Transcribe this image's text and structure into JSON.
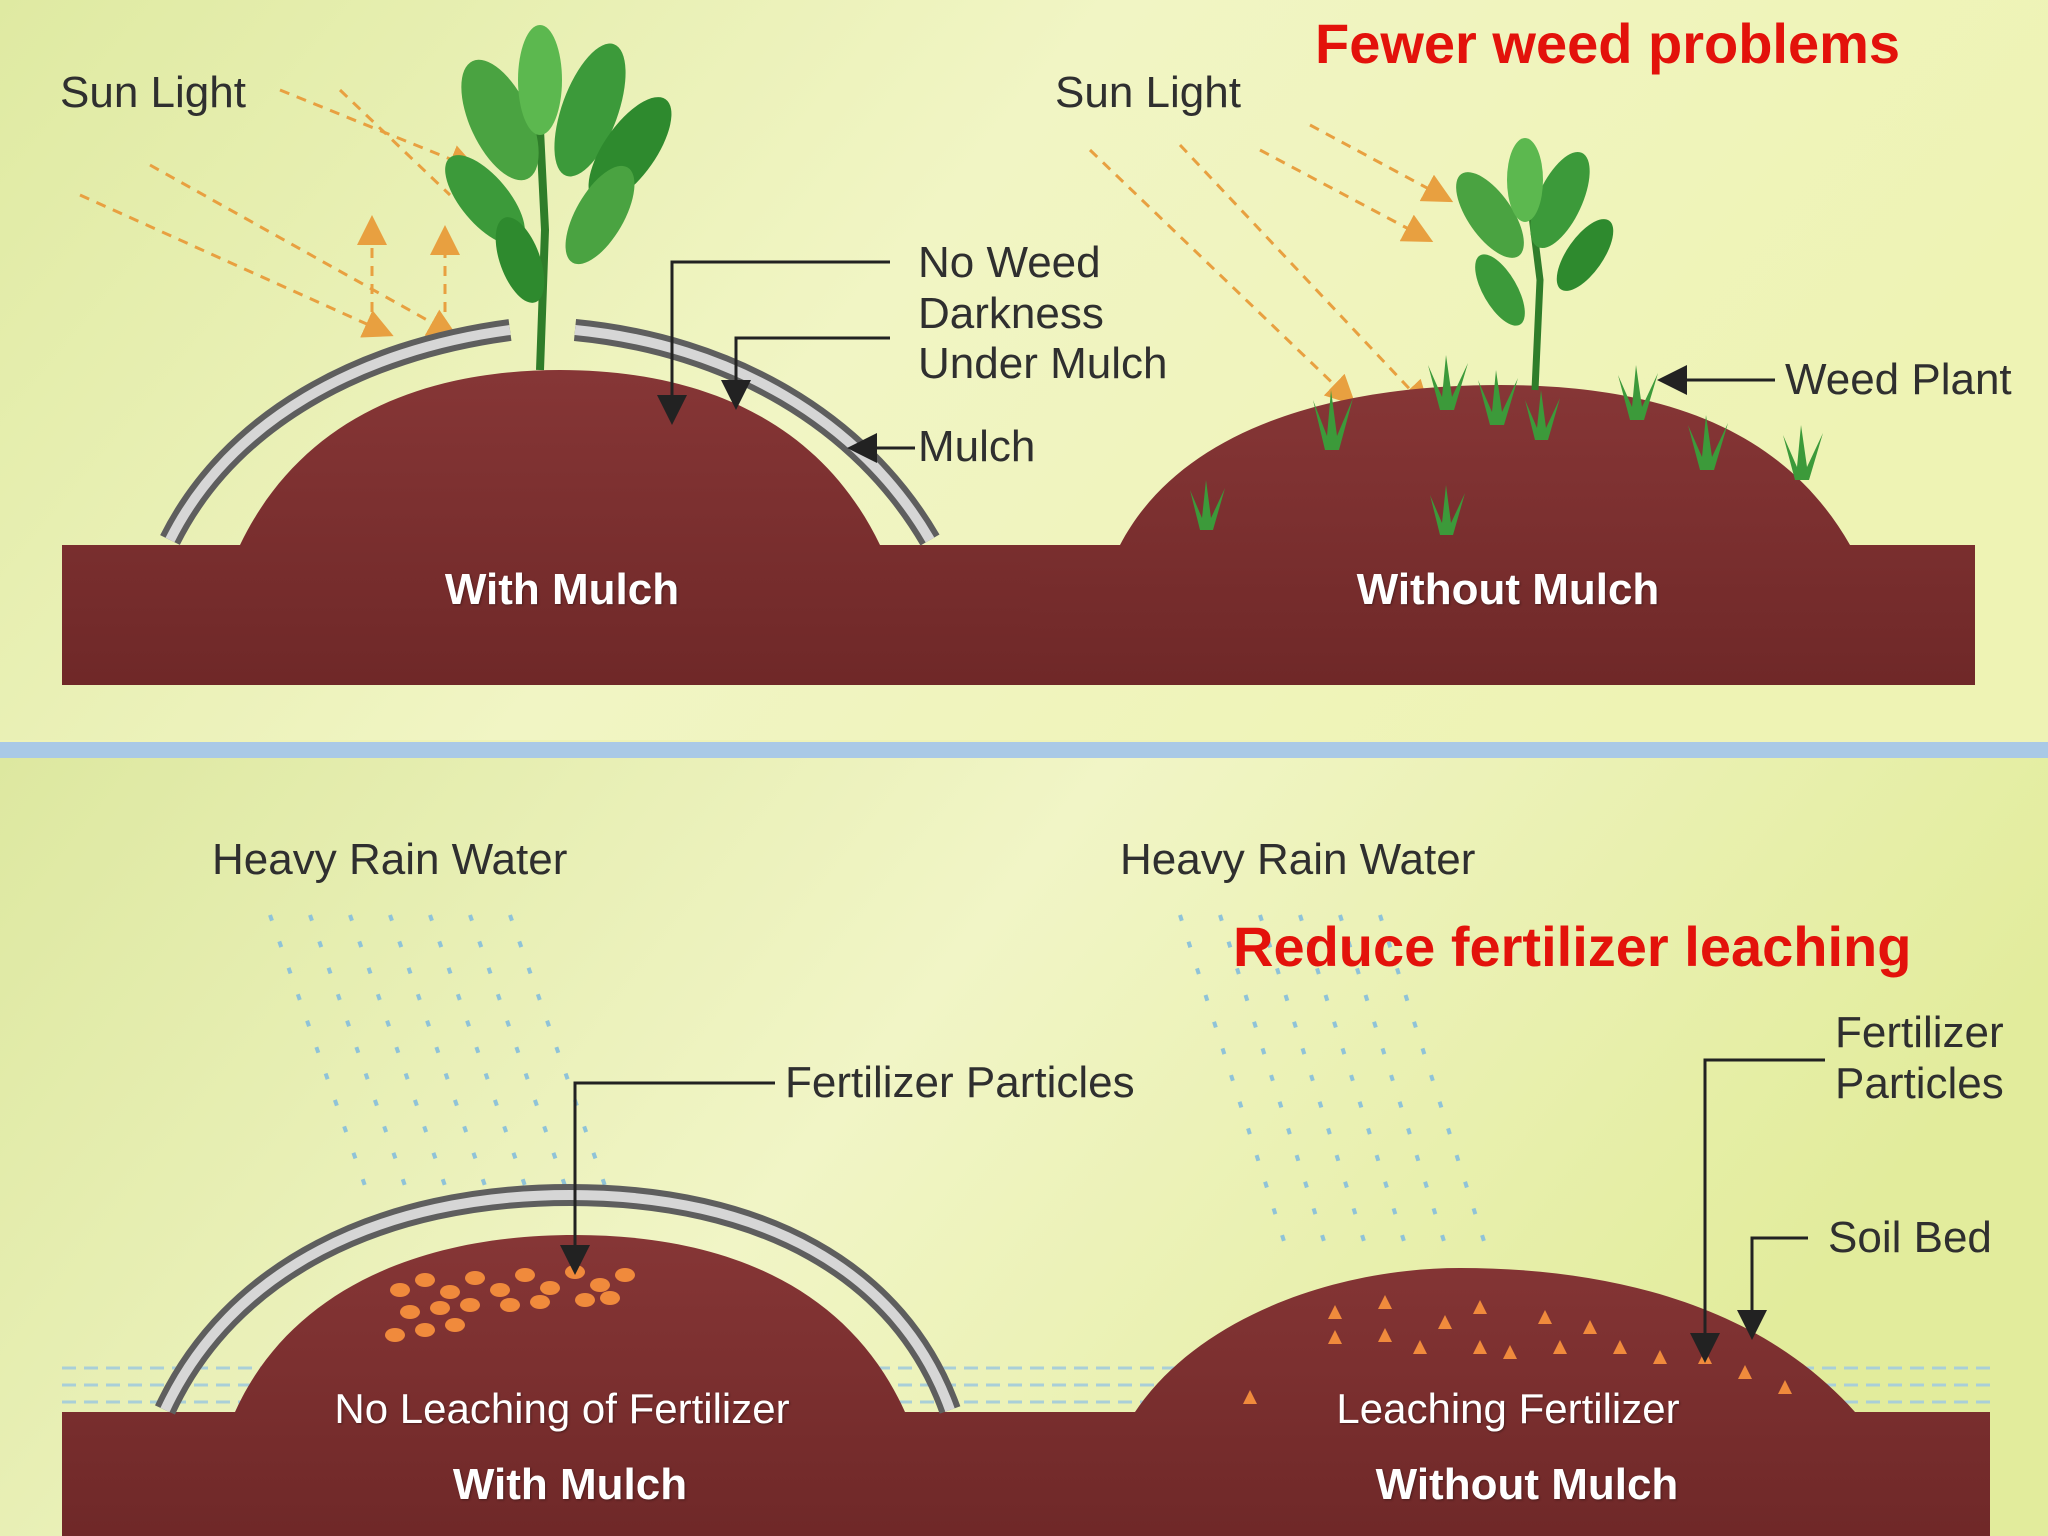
{
  "top_panel": {
    "headline": "Fewer  weed problems",
    "left": {
      "sun_label": "Sun Light",
      "no_weed": "No Weed",
      "darkness": "Darkness",
      "under_mulch": "Under Mulch",
      "mulch": "Mulch",
      "caption": "With Mulch"
    },
    "right": {
      "sun_label": "Sun Light",
      "weed_plant": "Weed Plant",
      "caption": "Without Mulch"
    }
  },
  "bottom_panel": {
    "headline": "Reduce fertilizer leaching",
    "left": {
      "rain_label": "Heavy Rain Water",
      "fertilizer": "Fertilizer Particles",
      "inside": "No Leaching of Fertilizer",
      "caption": "With Mulch"
    },
    "right": {
      "rain_label": "Heavy Rain Water",
      "fertilizer_line1": "Fertilizer",
      "fertilizer_line2": "Particles",
      "soil_bed": "Soil Bed",
      "inside": "Leaching Fertilizer",
      "caption": "Without Mulch"
    }
  },
  "colors": {
    "soil": "#7b2e2e",
    "mulch": "#a9a9a9",
    "headline": "#e3120b",
    "divider": "#a9c9e6",
    "sun_arrow": "#e8a040",
    "fertilizer": "#f08a3c",
    "leaf": "#3c9a3a"
  }
}
